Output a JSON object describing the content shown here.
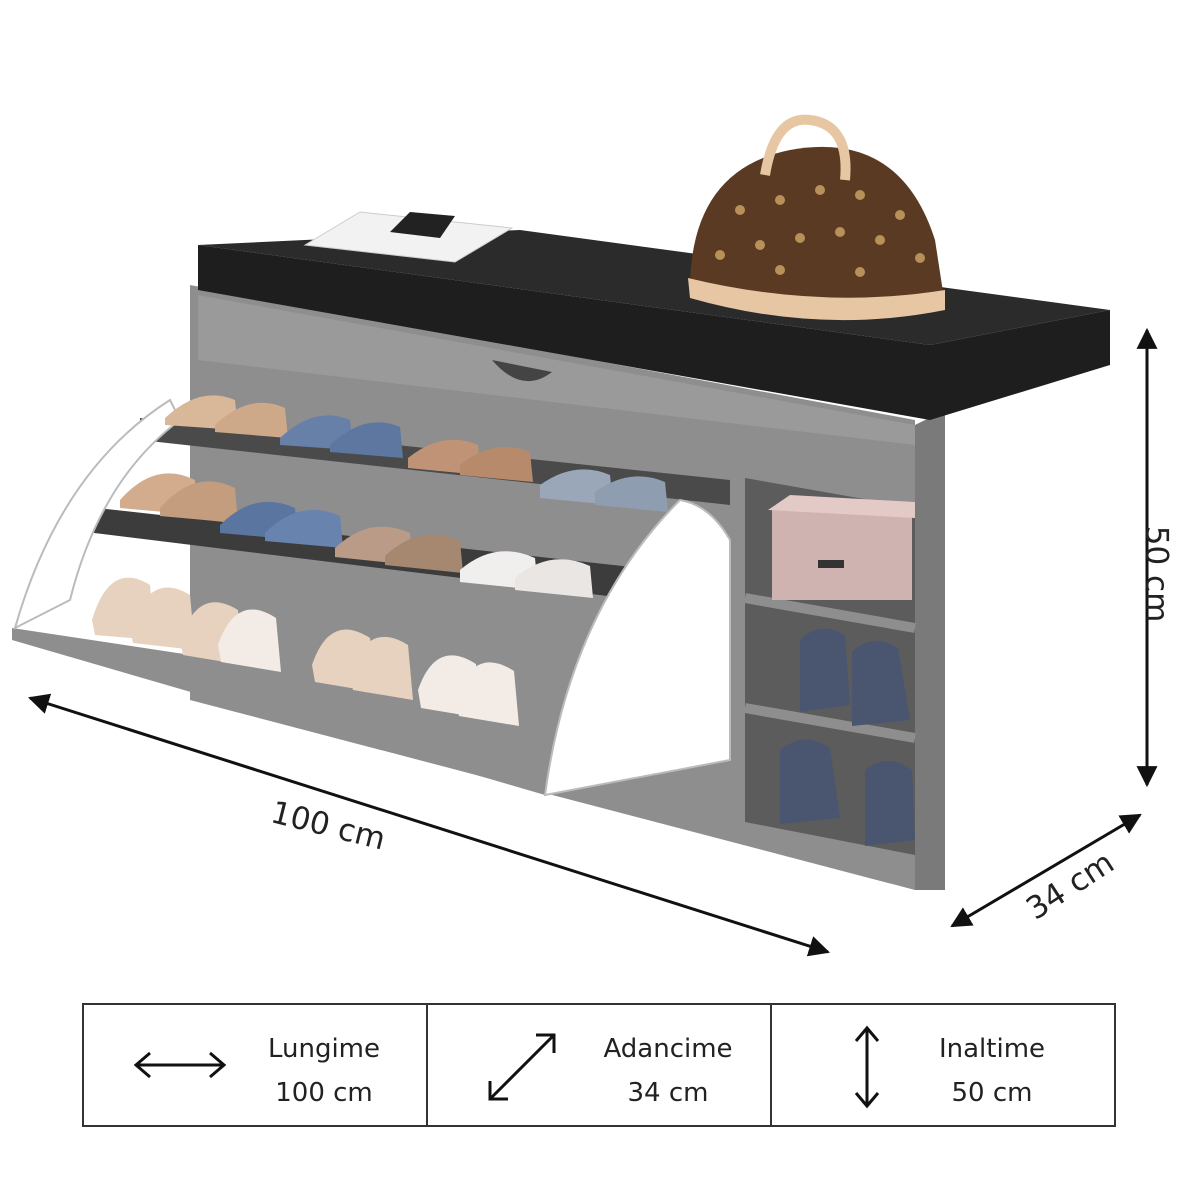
{
  "dimensions": {
    "length": "100 cm",
    "height": "50 cm",
    "depth": "34 cm"
  },
  "spec_table": [
    {
      "icon": "horizontal-double-arrow-icon",
      "label": "Lungime",
      "value": "100 cm"
    },
    {
      "icon": "diagonal-double-arrow-icon",
      "label": "Adancime",
      "value": "34 cm"
    },
    {
      "icon": "vertical-double-arrow-icon",
      "label": "Inaltime",
      "value": "50 cm"
    }
  ],
  "colors": {
    "cabinet": "#8e8e8e",
    "cushion": "#2b2b2b",
    "mechanism": "#ffffff",
    "handbag": "#5a3a22"
  }
}
